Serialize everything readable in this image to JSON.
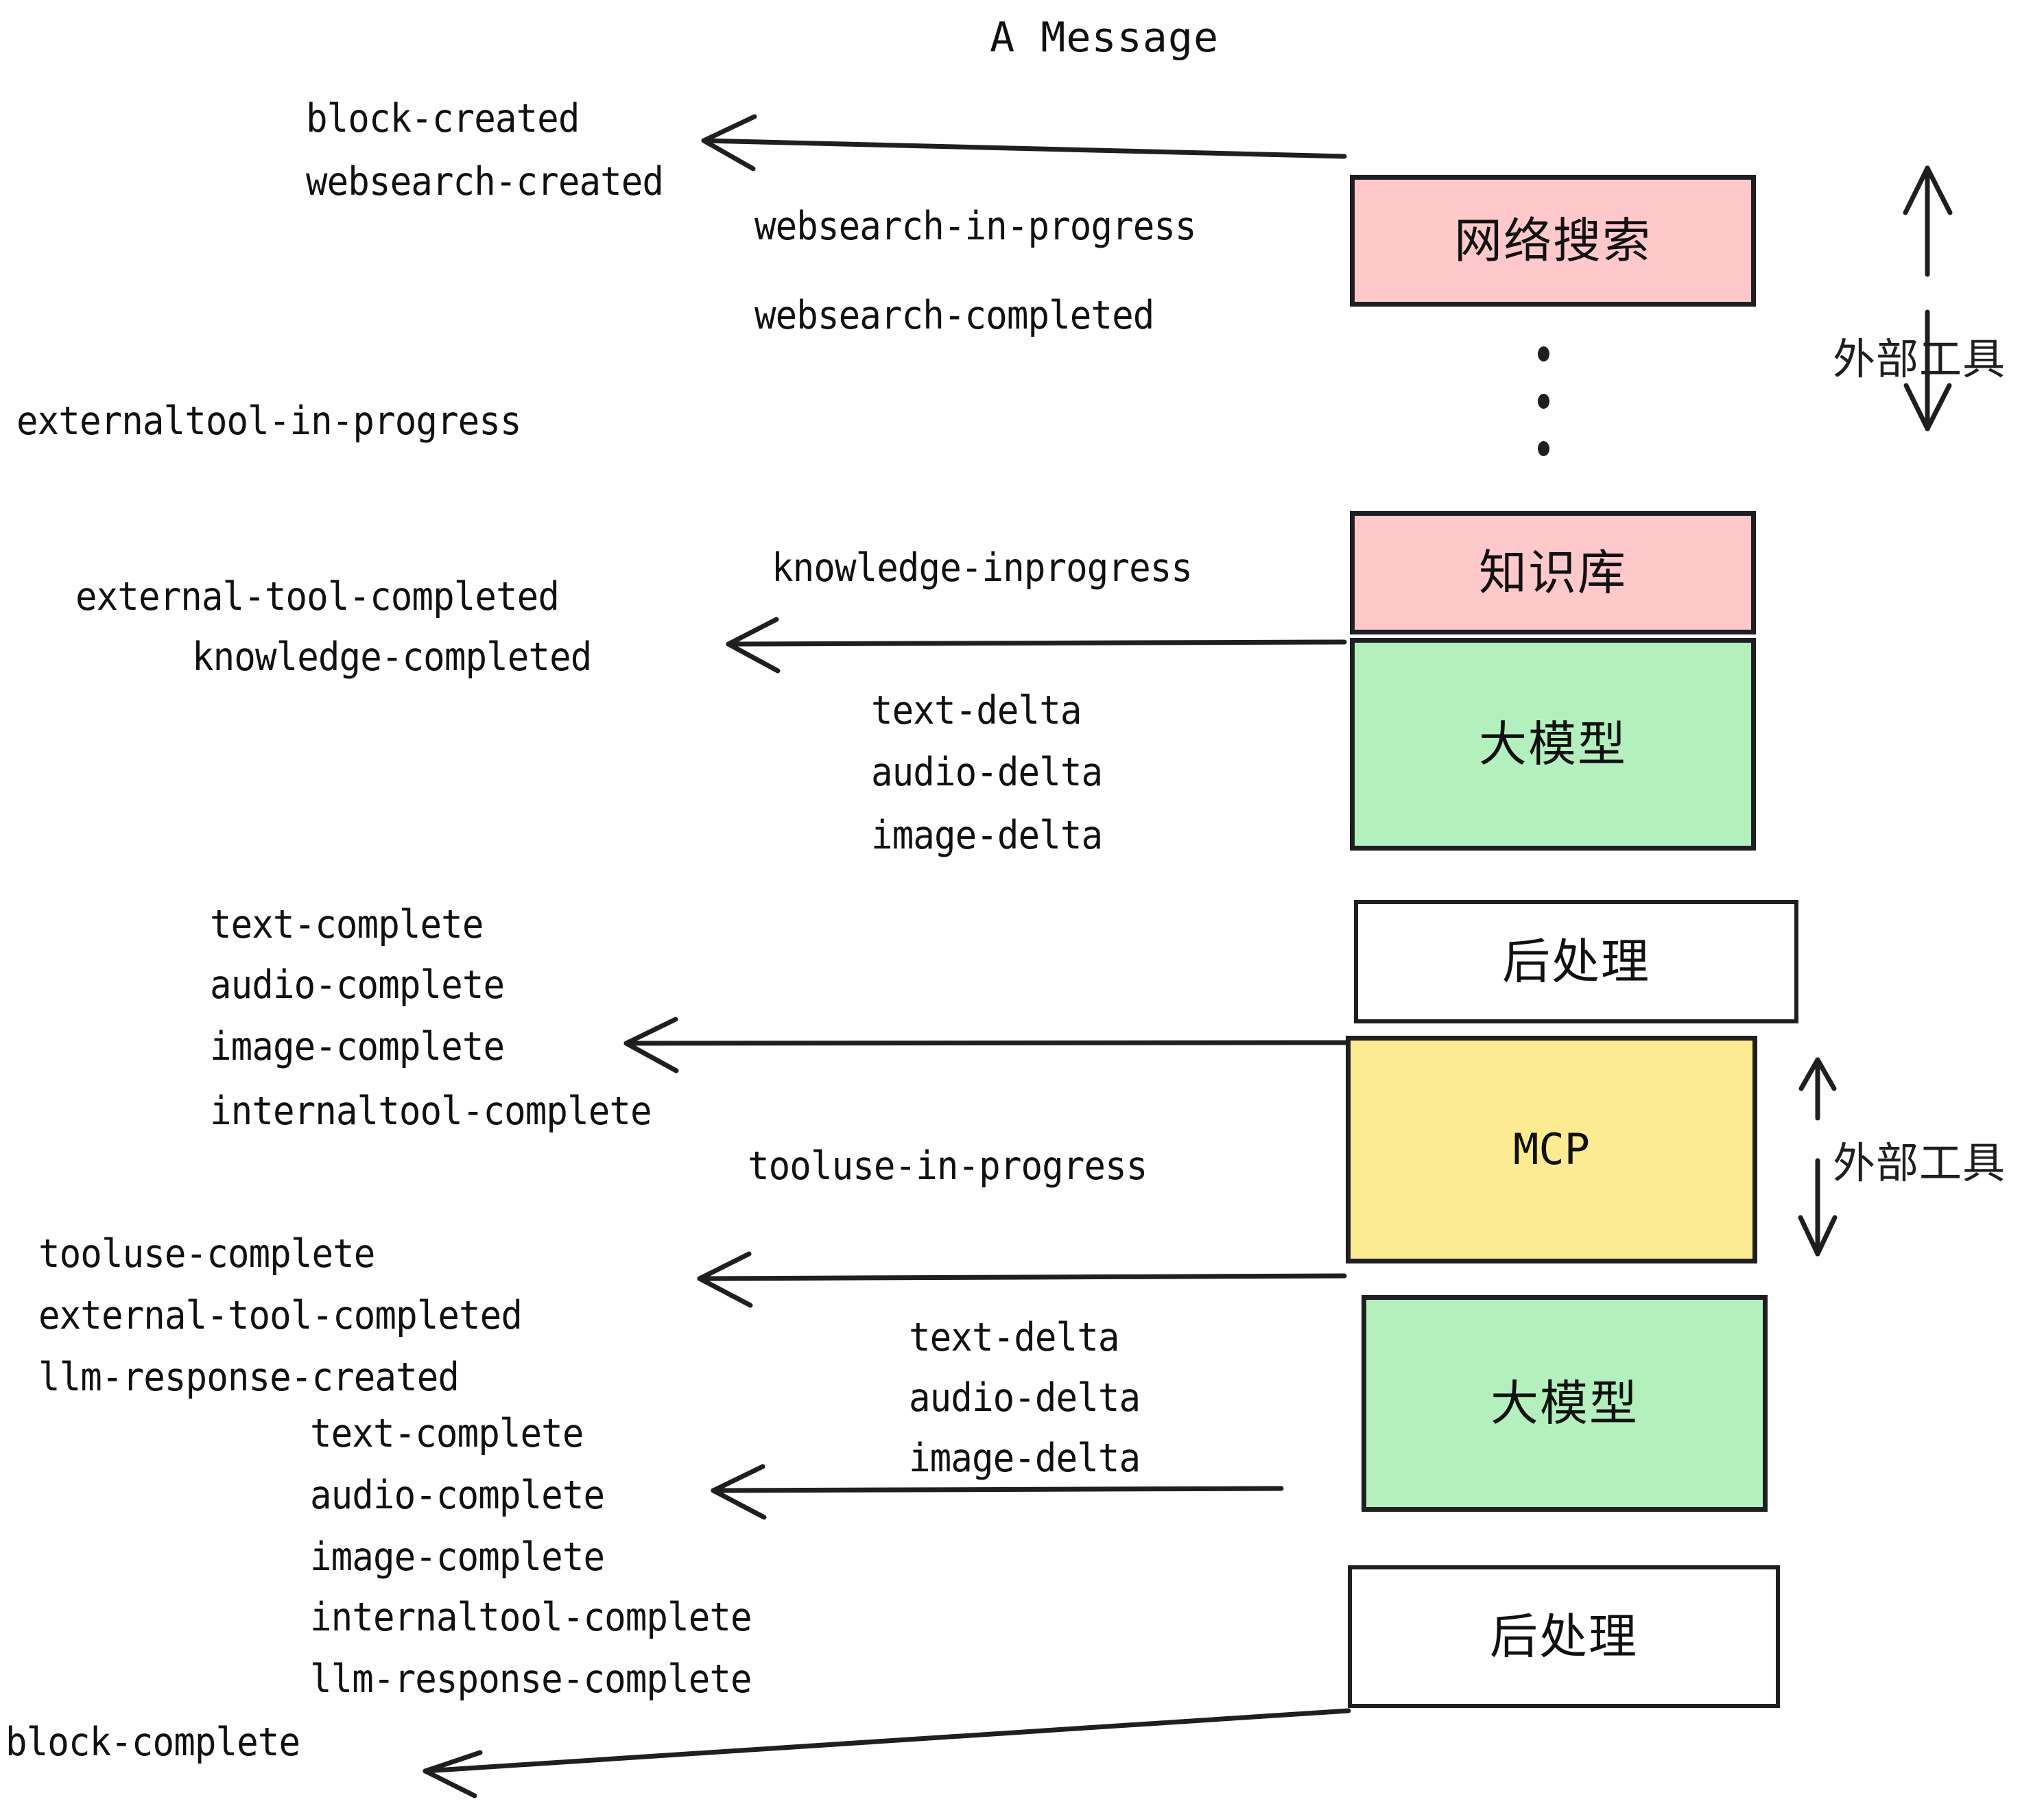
{
  "title": "A Message",
  "boxes": [
    {
      "id": "websearch",
      "label": "网络搜索",
      "color": "pink",
      "script": "cjk"
    },
    {
      "id": "knowledge",
      "label": "知识库",
      "color": "pink",
      "script": "cjk"
    },
    {
      "id": "llm-top",
      "label": "大模型",
      "color": "green",
      "script": "cjk"
    },
    {
      "id": "post-top",
      "label": "后处理",
      "color": "plain",
      "script": "cjk"
    },
    {
      "id": "mcp",
      "label": "MCP",
      "color": "yellow",
      "script": "latin"
    },
    {
      "id": "llm-bottom",
      "label": "大模型",
      "color": "green",
      "script": "cjk"
    },
    {
      "id": "post-bottom",
      "label": "后处理",
      "color": "plain",
      "script": "cjk"
    }
  ],
  "side_annotations": [
    {
      "id": "external-tool-upper",
      "label": "外部工具"
    },
    {
      "id": "external-tool-lower",
      "label": "外部工具"
    }
  ],
  "events": {
    "block_created": "block-created",
    "websearch_created": "websearch-created",
    "websearch_in_progress": "websearch-in-progress",
    "websearch_completed": "websearch-completed",
    "externaltool_in_progress": "externaltool-in-progress",
    "knowledge_inprogress": "knowledge-inprogress",
    "external_tool_completed_1": "external-tool-completed",
    "knowledge_completed": "knowledge-completed",
    "text_delta_1": "text-delta",
    "audio_delta_1": "audio-delta",
    "image_delta_1": "image-delta",
    "text_complete_1": "text-complete",
    "audio_complete_1": "audio-complete",
    "image_complete_1": "image-complete",
    "internaltool_complete_1": "internaltool-complete",
    "tooluse_in_progress": "tooluse-in-progress",
    "tooluse_complete": "tooluse-complete",
    "external_tool_completed_2": "external-tool-completed",
    "llm_response_created": "llm-response-created",
    "text_delta_2": "text-delta",
    "audio_delta_2": "audio-delta",
    "image_delta_2": "image-delta",
    "text_complete_2": "text-complete",
    "audio_complete_2": "audio-complete",
    "image_complete_2": "image-complete",
    "internaltool_complete_2": "internaltool-complete",
    "llm_response_complete": "llm-response-complete",
    "block_complete": "block-complete"
  },
  "colors": {
    "pink": "#FFC9CB",
    "green": "#B3F0BD",
    "yellow": "#FDEB93",
    "plain": "#FFFFFF",
    "stroke": "#1F1F22",
    "text": "#111111",
    "background": "#FFFFFF"
  },
  "ellipsis": "⋮"
}
